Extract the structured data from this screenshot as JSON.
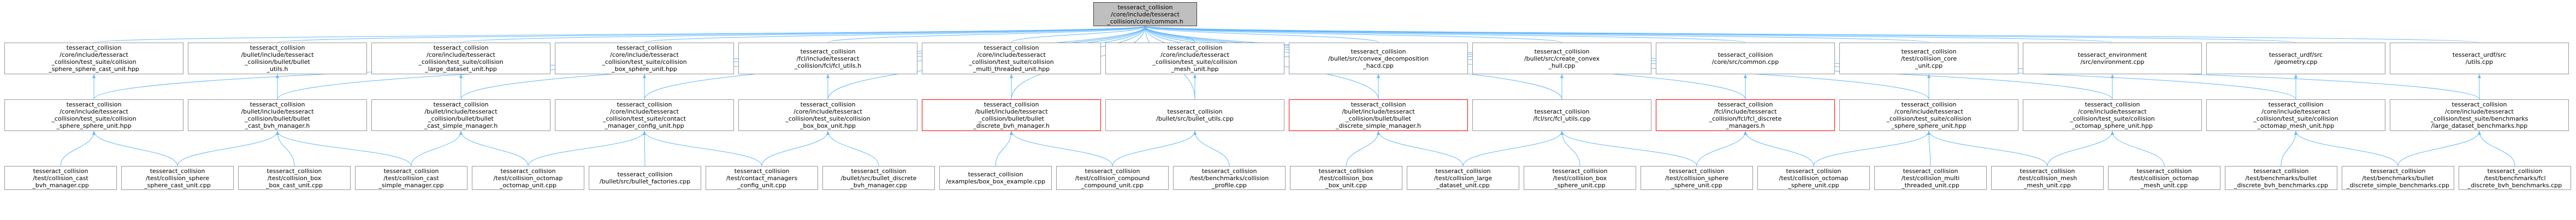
{
  "graph": {
    "root": {
      "label": "tesseract_collision\n/core/include/tesseract\n_collision/core/common.h"
    },
    "row1": [
      {
        "label": "tesseract_collision\n/core/include/tesseract\n_collision/test_suite/collision\n_sphere_sphere_cast_unit.hpp",
        "highlight": false
      },
      {
        "label": "tesseract_collision\n/bullet/include/tesseract\n_collision/bullet/bullet\n_utils.h",
        "highlight": false
      },
      {
        "label": "tesseract_collision\n/core/include/tesseract\n_collision/test_suite/collision\n_large_dataset_unit.hpp",
        "highlight": false
      },
      {
        "label": "tesseract_collision\n/core/include/tesseract\n_collision/test_suite/collision\n_box_sphere_unit.hpp",
        "highlight": false
      },
      {
        "label": "tesseract_collision\n/fcl/include/tesseract\n_collision/fcl/fcl_utils.h",
        "highlight": false
      },
      {
        "label": "tesseract_collision\n/core/include/tesseract\n_collision/test_suite/collision\n_multi_threaded_unit.hpp",
        "highlight": false
      },
      {
        "label": "tesseract_collision\n/core/include/tesseract\n_collision/test_suite/collision\n_mesh_unit.hpp",
        "highlight": false
      },
      {
        "label": "tesseract_collision\n/bullet/src/convex_decomposition\n_hacd.cpp",
        "highlight": false
      },
      {
        "label": "tesseract_collision\n/bullet/src/create_convex\n_hull.cpp",
        "highlight": false
      },
      {
        "label": "tesseract_collision\n/core/src/common.cpp",
        "highlight": false
      },
      {
        "label": "tesseract_collision\n/test/collision_core\n_unit.cpp",
        "highlight": false
      },
      {
        "label": "tesseract_environment\n/src/environment.cpp",
        "highlight": false
      },
      {
        "label": "tesseract_urdf/src\n/geometry.cpp",
        "highlight": false
      },
      {
        "label": "tesseract_urdf/src\n/utils.cpp",
        "highlight": false
      }
    ],
    "row2": [
      {
        "label": "tesseract_collision\n/core/include/tesseract\n_collision/test_suite/collision\n_sphere_sphere_unit.hpp",
        "highlight": false
      },
      {
        "label": "tesseract_collision\n/bullet/include/tesseract\n_collision/bullet/bullet\n_cast_bvh_manager.h",
        "highlight": false
      },
      {
        "label": "tesseract_collision\n/bullet/include/tesseract\n_collision/bullet/bullet\n_cast_simple_manager.h",
        "highlight": false
      },
      {
        "label": "tesseract_collision\n/core/include/tesseract\n_collision/test_suite/contact\n_manager_config_unit.hpp",
        "highlight": false
      },
      {
        "label": "tesseract_collision\n/core/include/tesseract\n_collision/test_suite/collision\n_box_box_unit.hpp",
        "highlight": false
      },
      {
        "label": "tesseract_collision\n/bullet/include/tesseract\n_collision/bullet/bullet\n_discrete_bvh_manager.h",
        "highlight": true
      },
      {
        "label": "tesseract_collision\n/bullet/src/bullet_utils.cpp",
        "highlight": false
      },
      {
        "label": "tesseract_collision\n/bullet/include/tesseract\n_collision/bullet/bullet\n_discrete_simple_manager.h",
        "highlight": true
      },
      {
        "label": "tesseract_collision\n/fcl/src/fcl_utils.cpp",
        "highlight": false
      },
      {
        "label": "tesseract_collision\n/fcl/include/tesseract\n_collision/fcl/fcl_discrete\n_managers.h",
        "highlight": true
      },
      {
        "label": "tesseract_collision\n/core/include/tesseract\n_collision/test_suite/collision\n_sphere_sphere_unit.hpp",
        "highlight": false
      },
      {
        "label": "tesseract_collision\n/core/include/tesseract\n_collision/test_suite/collision\n_octomap_sphere_unit.hpp",
        "highlight": false
      },
      {
        "label": "tesseract_collision\n/core/include/tesseract\n_collision/test_suite/collision\n_octomap_mesh_unit.hpp",
        "highlight": false
      },
      {
        "label": "tesseract_collision\n/core/include/tesseract\n_collision/test_suite/benchmarks\n/large_dataset_benchmarks.hpp",
        "highlight": false
      }
    ],
    "row3": [
      {
        "label": "tesseract_collision\n/test/collision_cast\n_bvh_manager.cpp"
      },
      {
        "label": "tesseract_collision\n/test/collision_sphere\n_sphere_cast_unit.cpp"
      },
      {
        "label": "tesseract_collision\n/test/collision_box\n_box_cast_unit.cpp"
      },
      {
        "label": "tesseract_collision\n/test/collision_cast\n_simple_manager.cpp"
      },
      {
        "label": "tesseract_collision\n/test/collision_octomap\n_octomap_unit.cpp"
      },
      {
        "label": "tesseract_collision\n/bullet/src/bullet_factories.cpp"
      },
      {
        "label": "tesseract_collision\n/test/contact_managers\n_config_unit.cpp"
      },
      {
        "label": "tesseract_collision\n/bullet/src/bullet_discrete\n_bvh_manager.cpp"
      },
      {
        "label": "tesseract_collision\n/examples/box_box_example.cpp"
      },
      {
        "label": "tesseract_collision\n/test/collision_compound\n_compound_unit.cpp"
      },
      {
        "label": "tesseract_collision\n/test/benchmarks/collision\n_profile.cpp"
      },
      {
        "label": "tesseract_collision\n/test/collision_box\n_box_unit.cpp"
      },
      {
        "label": "tesseract_collision\n/test/collision_large\n_dataset_unit.cpp"
      },
      {
        "label": "tesseract_collision\n/test/collision_box\n_sphere_unit.cpp"
      },
      {
        "label": "tesseract_collision\n/test/collision_sphere\n_sphere_unit.cpp"
      },
      {
        "label": "tesseract_collision\n/test/collision_octomap\n_sphere_unit.cpp"
      },
      {
        "label": "tesseract_collision\n/test/collision_multi\n_threaded_unit.cpp"
      },
      {
        "label": "tesseract_collision\n/test/collision_mesh\n_mesh_unit.cpp"
      },
      {
        "label": "tesseract_collision\n/test/collision_octomap\n_mesh_unit.cpp"
      },
      {
        "label": "tesseract_collision\n/test/benchmarks/bullet\n_discrete_bvh_benchmarks.cpp"
      },
      {
        "label": "tesseract_collision\n/test/benchmarks/bullet\n_discrete_simple_benchmarks.cpp"
      },
      {
        "label": "tesseract_collision\n/test/benchmarks/fcl\n_discrete_bvh_benchmarks.cpp"
      }
    ],
    "colors": {
      "edge": "#63b8ff",
      "edge_arrow": "#63b8ff",
      "root_fill": "#bfbfbf",
      "node_border": "#999999",
      "highlight_border": "#ff0000"
    }
  }
}
